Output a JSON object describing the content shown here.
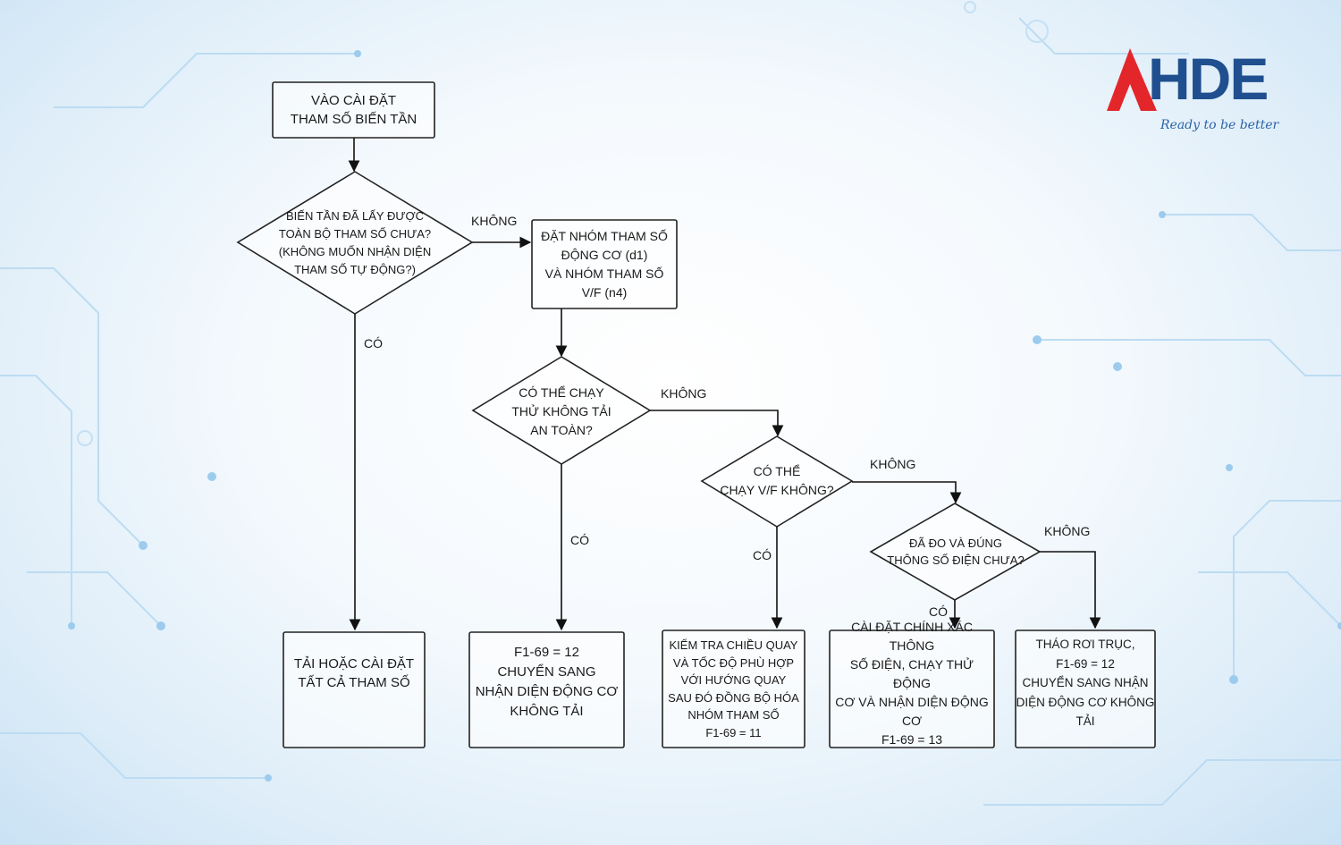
{
  "logo": {
    "letters": "HDE",
    "tagline": "Ready to be better",
    "colors": {
      "primary": "#1f4f8f",
      "accent": "#e3262a"
    }
  },
  "diagram": {
    "nodes": {
      "start": "VÀO CÀI ĐẶT\nTHAM SỐ BIẾN TẦN",
      "d1": "BIẾN TẦN ĐÃ LẤY ĐƯỢC\nTOÀN BỘ THAM SỐ CHƯA?\n(KHÔNG MUỐN NHẬN DIỆN\nTHAM SỐ TỰ ĐỘNG?)",
      "set_params": "ĐẶT NHÓM THAM SỐ\nĐỘNG CƠ (d1)\nVÀ NHÓM THAM SỐ\nV/F (n4)",
      "d2": "CÓ THỂ CHẠY\nTHỬ KHÔNG TẢI\nAN TOÀN?",
      "d3": "CÓ THỂ\nCHẠY V/F KHÔNG?",
      "d4": "ĐÃ ĐO VÀ ĐÚNG\nTHÔNG SỐ ĐIỆN CHƯA?",
      "r1": "TẢI HOẶC CÀI ĐẶT\nTẤT CẢ THAM SỐ",
      "r2": "F1-69 = 12\nCHUYỂN SANG\nNHẬN DIỆN ĐỘNG CƠ\nKHÔNG TẢI",
      "r3": "KIỂM TRA CHIỀU QUAY\nVÀ TỐC ĐỘ PHÙ HỢP\nVỚI HƯỚNG QUAY\nSAU ĐÓ ĐỒNG BỘ HÓA\nNHÓM THAM SỐ\nF1-69 = 11",
      "r4": "CÀI ĐẶT CHÍNH XÁC THÔNG\nSỐ ĐIỆN, CHẠY THỬ ĐỘNG\nCƠ VÀ NHẬN DIỆN ĐỘNG CƠ\nF1-69 = 13",
      "r5": "THÁO RƠI TRỤC,\nF1-69 = 12\nCHUYỂN SANG NHẬN\nDIỆN ĐỘNG CƠ KHÔNG TẢI"
    },
    "labels": {
      "d1_no": "KHÔNG",
      "d1_yes": "CÓ",
      "d2_no": "KHÔNG",
      "d2_yes": "CÓ",
      "d3_no": "KHÔNG",
      "d3_yes": "CÓ",
      "d4_no": "KHÔNG",
      "d4_yes": "CÓ"
    }
  }
}
